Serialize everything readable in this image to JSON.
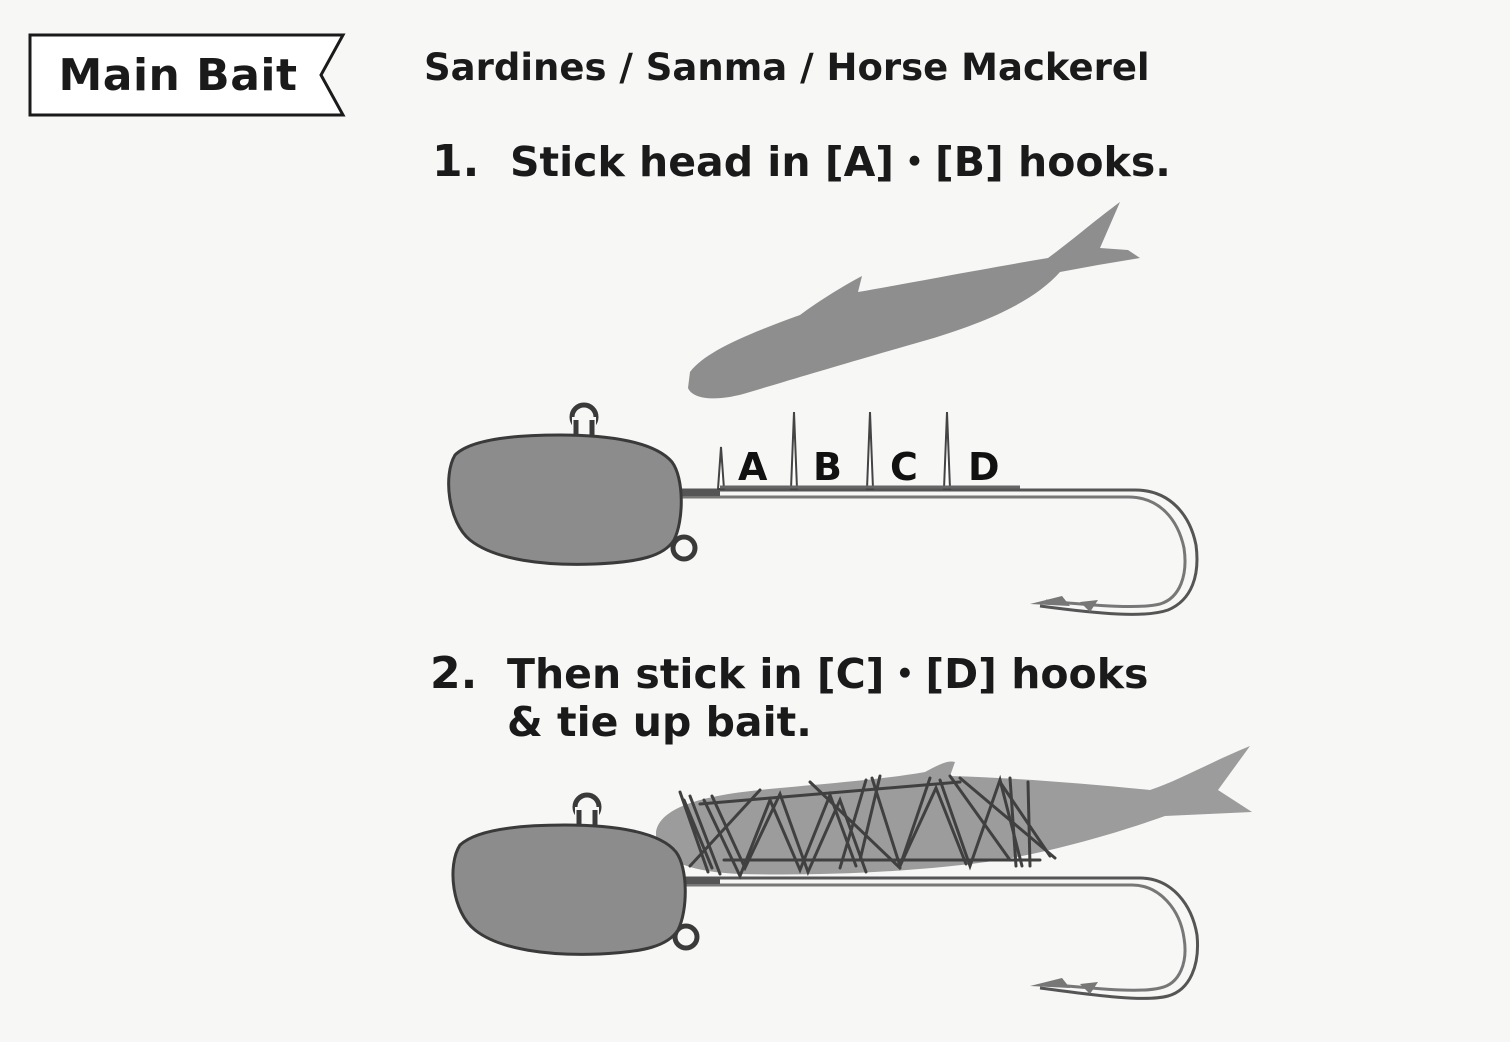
{
  "header": {
    "badge_label": "Main Bait",
    "bait_types": "Sardines / Sanma / Horse Mackerel"
  },
  "steps": [
    {
      "number": "1.",
      "lines": [
        "Stick head in [A]・[B] hooks."
      ]
    },
    {
      "number": "2.",
      "lines": [
        "Then stick in [C]・[D] hooks",
        "& tie up bait."
      ]
    }
  ],
  "hook_labels": [
    "A",
    "B",
    "C",
    "D"
  ],
  "colors": {
    "fish": "#8e8e8e",
    "fish_tied": "#9c9c9c",
    "jig_head": "#8c8c8c",
    "outline": "#3a3a3a",
    "thread": "#404040",
    "badge_border": "#1a1a1a"
  }
}
